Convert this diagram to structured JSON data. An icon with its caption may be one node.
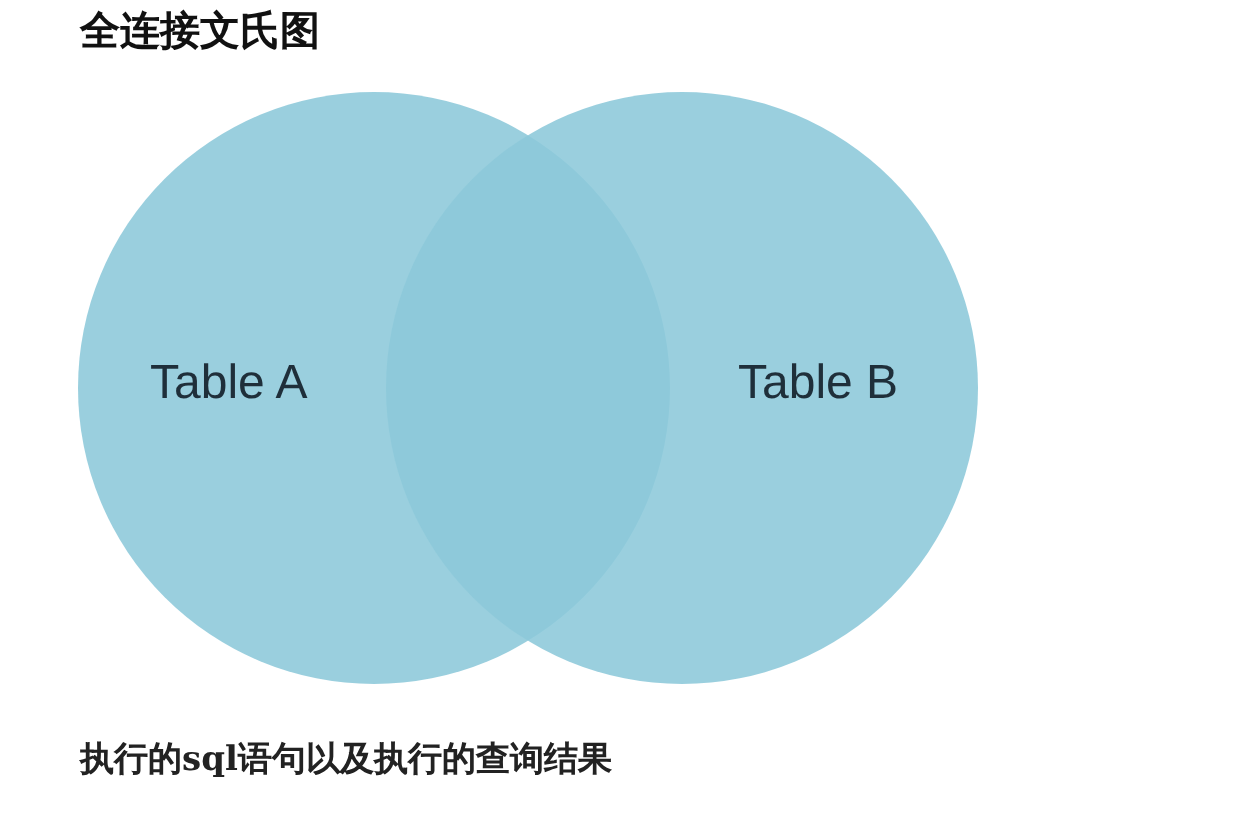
{
  "diagram": {
    "title": "全连接文氏图",
    "nodes": [
      {
        "text": [
          "Table A"
        ]
      },
      {
        "text": [
          "Table B"
        ]
      }
    ],
    "caption": "执行的sql语句以及执行的查询结果"
  }
}
